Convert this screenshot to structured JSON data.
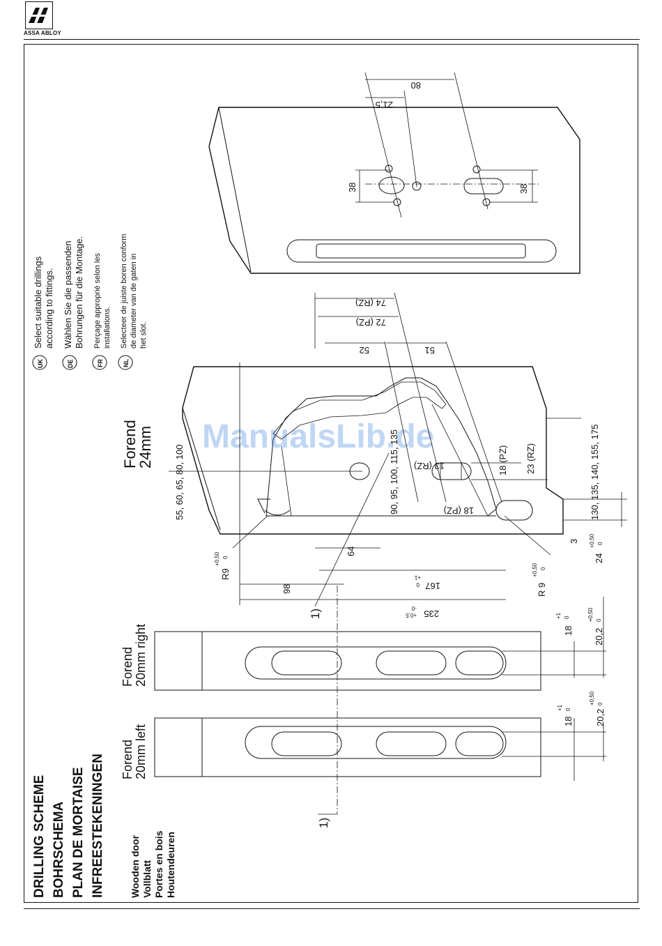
{
  "header": {
    "brand": "ASSA ABLOY",
    "logo_text": "effeff"
  },
  "title": {
    "lines": [
      "DRILLING SCHEME",
      "BOHRSCHEMA",
      "PLAN DE MORTAISE",
      "INFREESTEKENINGEN"
    ],
    "subtitle_lines": [
      "Wooden door",
      "Vollblatt",
      "Portes en bois",
      "Houtendeuren"
    ]
  },
  "notes": [
    {
      "code": "UK",
      "lines": [
        "Select suitable drillings",
        "according to fittings."
      ]
    },
    {
      "code": "DE",
      "lines": [
        "Wählen Sie die passenden",
        "Bohrungen für die Montage."
      ]
    },
    {
      "code": "FR",
      "lines": [
        "Perçage approprié selon les",
        "installations."
      ]
    },
    {
      "code": "NL",
      "lines": [
        "Selecteer de juiste boren conform",
        "de diameter van de gaten in",
        "het slot."
      ]
    }
  ],
  "forends": {
    "left": {
      "label": [
        "Forend",
        "20mm left"
      ],
      "dim_18": "18",
      "tol_18_up": "+1",
      "tol_18_low": "0",
      "dim_20": "20,2",
      "tol_20_up": "+0,50",
      "tol_20_low": "0"
    },
    "right": {
      "label": [
        "Forend",
        "20mm right"
      ],
      "dim_18": "18",
      "tol_18_up": "+1",
      "tol_18_low": "0",
      "dim_20": "20,2",
      "tol_20_up": "+0,50",
      "tol_20_low": "0"
    },
    "main": {
      "label": [
        "Forend",
        "24mm"
      ]
    }
  },
  "dimensions": {
    "d235": "235",
    "d235_tol_up": "+0,5",
    "d235_tol_low": "-0",
    "d167": "167",
    "d167_tol_up": "+1",
    "d167_tol_low": "0",
    "d98": "98",
    "d64": "64",
    "r9_left": "R9",
    "r9_left_tol_up": "+0,50",
    "r9_left_tol_low": "0",
    "r9_right": "R 9",
    "r9_right_tol_up": "+0,50",
    "r9_right_tol_low": "0",
    "backsets": "55, 60, 65, 80, 100",
    "spindle": "90, 95, 100, 115, 135",
    "d74": "74 (RZ)",
    "d72": "72 (PZ)",
    "d52": "52",
    "d51": "51",
    "d13": "13 (RZ)",
    "d18pz_a": "18 (PZ)",
    "d18pz_b": "18 (PZ)",
    "d23": "23 (RZ)",
    "depths": "130, 135, 140, 155, 175",
    "d3": "3",
    "d24": "24",
    "d24_tol_up": "+0,50",
    "d24_tol_low": "0",
    "d80": "80",
    "d21_5": "21,5",
    "d38_a": "38",
    "d38_b": "38",
    "ref1": "1)",
    "ref1b": "1)"
  },
  "watermark": "ManualsLib.de"
}
